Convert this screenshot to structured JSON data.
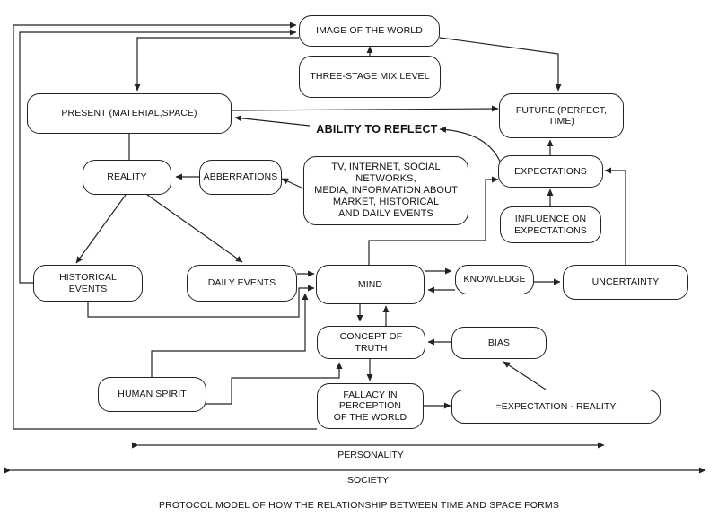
{
  "nodes": {
    "image_of_world": "IMAGE OF THE WORLD",
    "three_stage": "THREE-STAGE MIX LEVEL",
    "present": "PRESENT (MATERIAL,SPACE)",
    "future": "FUTURE (PERFECT, TIME)",
    "reality": "REALITY",
    "abberrations": "ABBERRATIONS",
    "tv_internet": "TV, INTERNET, SOCIAL NETWORKS,\nMEDIA, INFORMATION ABOUT\nMARKET, HISTORICAL\nAND DAILY EVENTS",
    "expectations": "EXPECTATIONS",
    "influence": "INFLUENCE ON\nEXPECTATIONS",
    "historical_events": "HISTORICAL EVENTS",
    "daily_events": "DAILY EVENTS",
    "mind": "MIND",
    "knowledge": "KNOWLEDGE",
    "uncertainty": "UNCERTAINTY",
    "concept_of_truth": "CONCEPT OF TRUTH",
    "bias": "BIAS",
    "human_spirit": "HUMAN SPIRIT",
    "fallacy": "FALLACY IN\nPERCEPTION\nOF THE WORLD",
    "expectation_reality": "=EXPECTATION - REALITY"
  },
  "labels": {
    "ability_to_reflect": "ABILITY TO REFLECT",
    "personality": "PERSONALITY",
    "society": "SOCIETY",
    "caption": "PROTOCOL MODEL OF HOW THE RELATIONSHIP BETWEEN TIME AND SPACE FORMS"
  }
}
